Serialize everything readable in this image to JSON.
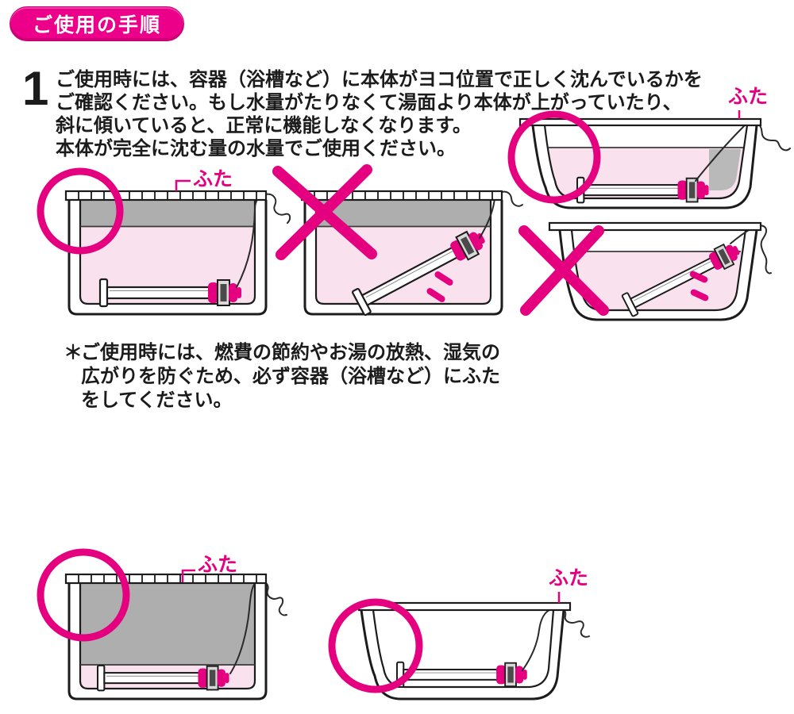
{
  "colors": {
    "accent": "#e4007f",
    "badge": "#ec0089",
    "water": "#f9e2ee",
    "gray": "#aeaeae",
    "line": "#1c1c1c"
  },
  "header": {
    "badge": "ご使用の手順"
  },
  "step": {
    "number": "1",
    "lines": [
      "ご使用時には、容器（浴槽など）に本体がヨコ位置で正しく沈んでいるかを",
      "ご確認ください。もし水量がたりなくて湯面より本体が上がっていたり、",
      "斜に傾いていると、正常に機能しなくなります。",
      "本体が完全に沈む量の水量でご使用ください。"
    ]
  },
  "note": {
    "marker": "＊",
    "lines": [
      "ご使用時には、燃費の節約やお湯の放熱、湿気の",
      "広がりを防ぐため、必ず容器（浴槽など）にふた",
      "をしてください。"
    ]
  },
  "diagram_labels": {
    "lid_top_left": "ふた",
    "lid_top_right": "ふた",
    "lid_bottom_left": "ふた",
    "lid_bottom_right": "ふた"
  }
}
